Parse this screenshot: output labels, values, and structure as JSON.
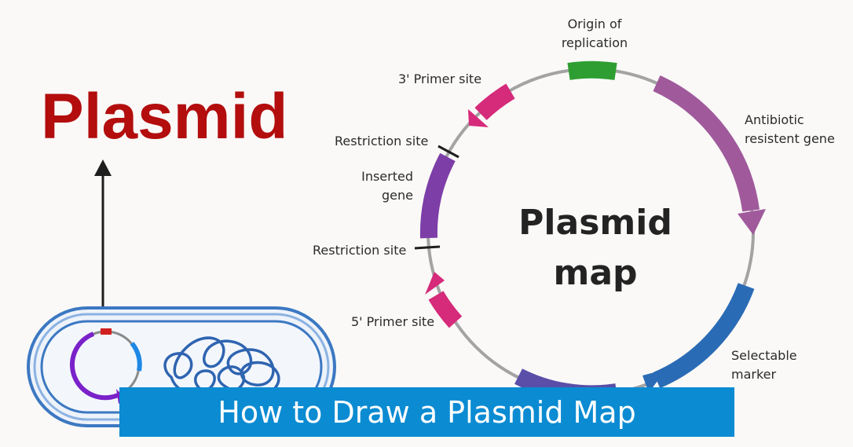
{
  "left_panel": {
    "title": "Plasmid"
  },
  "map": {
    "title_line1": "Plasmid",
    "title_line2": "map",
    "labels": {
      "origin_line1": "Origin of",
      "origin_line2": "replication",
      "primer3": "3' Primer site",
      "antibiotic_line1": "Antibiotic",
      "antibiotic_line2": "resistent gene",
      "restriction_top": "Restriction site",
      "inserted_line1": "Inserted",
      "inserted_line2": "gene",
      "restriction_bottom": "Restriction site",
      "primer5": "5' Primer site",
      "selectable_line1": "Selectable",
      "selectable_line2": "marker"
    },
    "colors": {
      "origin": "#2e9e32",
      "antibiotic": "#a05a9c",
      "selectable": "#2a6bb5",
      "primer": "#d62a7a",
      "inserted": "#7d3ea8",
      "ring": "#9e9e9e",
      "title_red": "#b30d0d"
    }
  },
  "banner": {
    "text": "How to Draw a Plasmid Map"
  }
}
